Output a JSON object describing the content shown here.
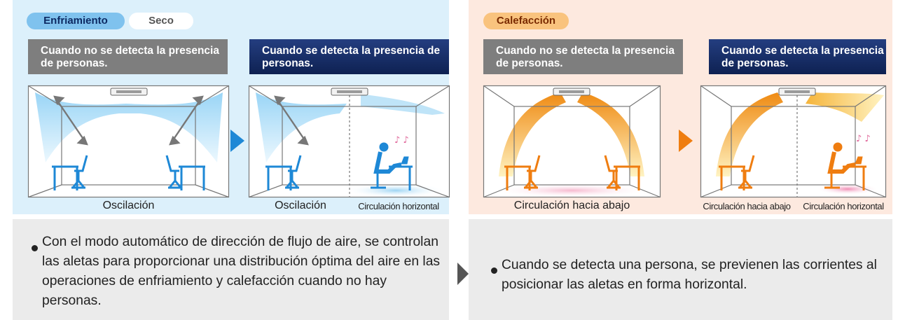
{
  "cooling_panel": {
    "mode_tags": [
      "Enfriamiento",
      "Seco"
    ],
    "scenario_no_person": "Cuando no se detecta la presencia de personas.",
    "scenario_person": "Cuando se detecta la presencia de personas.",
    "captions": [
      "Oscilación",
      "Oscilación",
      "Circulación horizontal"
    ]
  },
  "heating_panel": {
    "mode_tag": "Calefacción",
    "scenario_no_person": "Cuando no se detecta la presencia de personas.",
    "scenario_person": "Cuando se detecta la presencia de personas.",
    "captions": [
      "Circulación hacia abajo",
      "Circulación hacia abajo",
      "Circulación horizontal"
    ]
  },
  "descriptions": {
    "left": "Con el modo automático de dirección de flujo de aire, se controlan las aletas para proporcionar una distribución óptima del aire en las operaciones de enfriamiento y calefacción cuando no hay personas.",
    "right": "Cuando se detecta una persona, se previenen las corrientes al posicionar las aletas en forma horizontal."
  },
  "colors": {
    "cool_panel_bg": "#dcf0fb",
    "heat_panel_bg": "#fde9df",
    "cool_accent": "#1e88d6",
    "heat_accent": "#ef7d10",
    "navy_header": "#16295e",
    "gray_header": "#7e7e7e"
  },
  "icons": [
    "ceiling-cassette-icon",
    "desk-chair-icon",
    "seated-person-icon",
    "music-notes-icon",
    "play-arrow-icon"
  ]
}
